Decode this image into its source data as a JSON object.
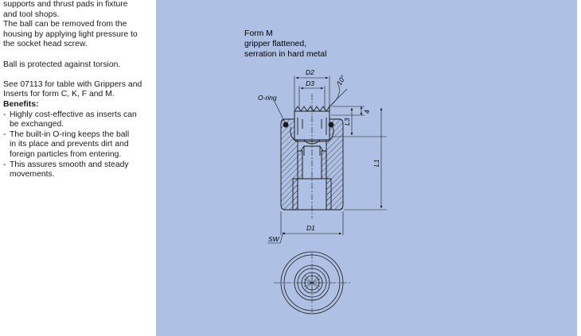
{
  "description": {
    "lines": [
      "supports and thrust pads in fixture",
      "and tool shops.",
      "The ball can be removed from the",
      "housing by applying light pressure to",
      "the socket head screw."
    ],
    "torsion": "Ball is protected against torsion.",
    "see_lines": [
      "See 07113 for table with Grippers and",
      "Inserts for form C, K, F and M."
    ],
    "benefits_heading": "Benefits:",
    "benefits": [
      [
        "Highly cost-effective as inserts can",
        "be exchanged."
      ],
      [
        "The built-in O-ring keeps the ball",
        "in its place and prevents dirt and",
        "foreign particles from entering."
      ],
      [
        "This assures smooth and steady",
        "movements."
      ]
    ],
    "bullet_dash": "-"
  },
  "drawing": {
    "form_title": "Form M",
    "form_subtitle_1": "gripper flattened,",
    "form_subtitle_2": "serration in hard metal",
    "labels": {
      "o_ring": "O-ring",
      "d2": "D2",
      "d3": "D3",
      "angle": "10°",
      "dim_4": "4",
      "l3": "L3",
      "l1": "L1",
      "d1": "D1",
      "sw": "SW"
    },
    "colors": {
      "panel_bg": "#aec0e3",
      "line": "#1a1a1a"
    }
  }
}
